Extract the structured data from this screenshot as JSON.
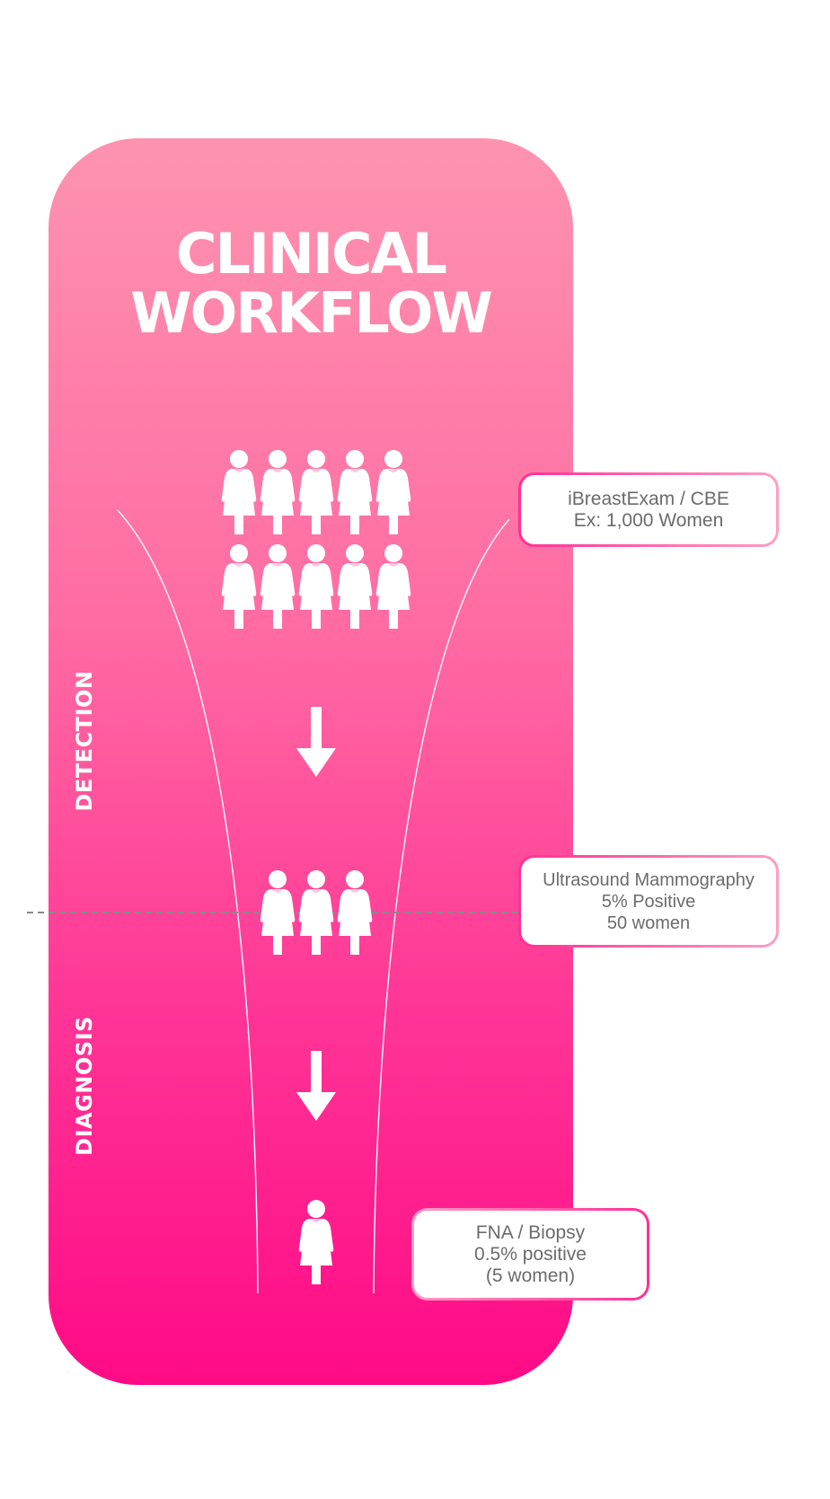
{
  "title": {
    "line1": "CLINICAL",
    "line2": "WORKFLOW"
  },
  "stages": {
    "detection_label": "DETECTION",
    "diagnosis_label": "DIAGNOSIS"
  },
  "callouts": [
    {
      "line1": "iBreastExam / CBE",
      "line2": "Ex: 1,000 Women"
    },
    {
      "line1": "Ultrasound Mammography",
      "line2": "5% Positive",
      "line3": "50 women"
    },
    {
      "line1": "FNA / Biopsy",
      "line2": "0.5% positive",
      "line3": "(5 women)"
    }
  ],
  "icons": {
    "person": "woman-icon",
    "arrow": "arrow-down-icon"
  },
  "groups": [
    {
      "count": 10
    },
    {
      "count": 3
    },
    {
      "count": 1
    }
  ],
  "colors": {
    "panel_top": "#fd93b0",
    "panel_bottom": "#ff0a86",
    "accent": "#ff2f95",
    "callout_text": "#6b6b6b",
    "divider": "#8a8a8a"
  }
}
